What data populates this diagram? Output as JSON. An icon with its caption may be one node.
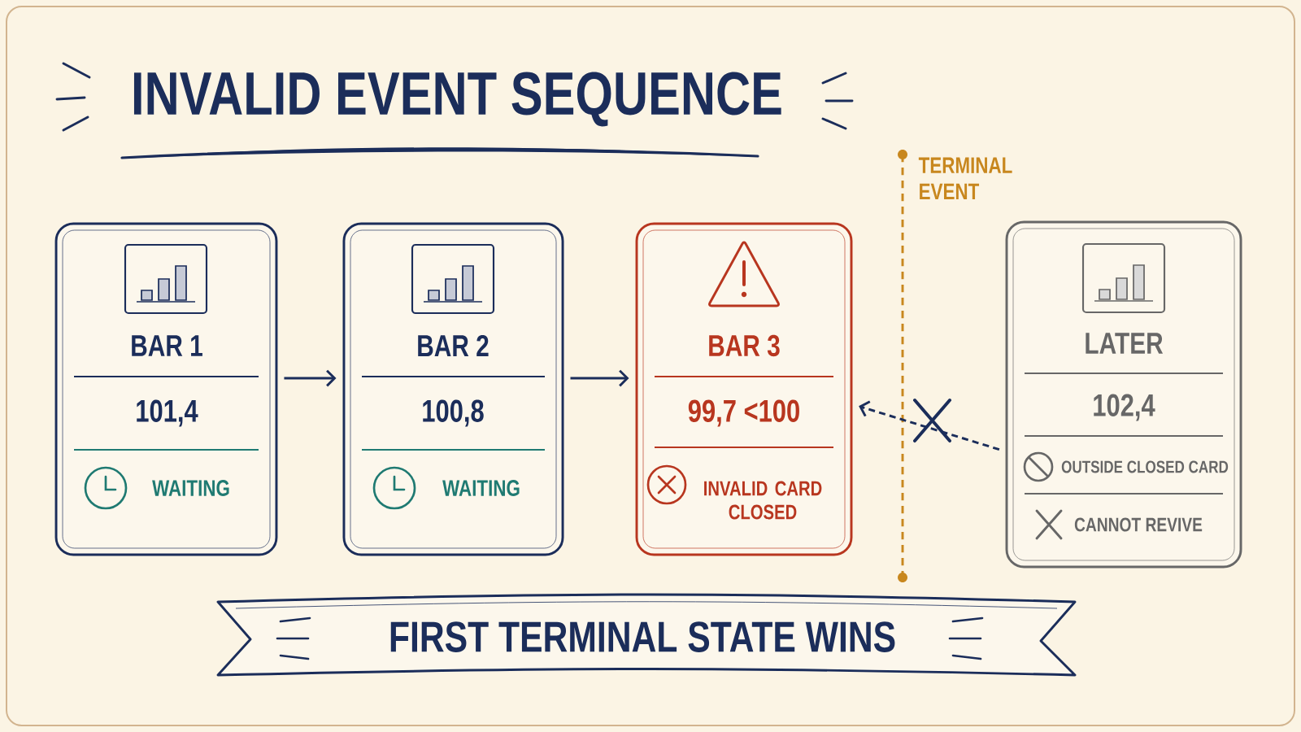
{
  "diagram": {
    "title": "INVALID EVENT SEQUENCE",
    "nodes": [
      {
        "text": [
          "BAR 1",
          "101,4",
          "WAITING"
        ]
      },
      {
        "text": [
          "BAR 2",
          "100,8",
          "WAITING"
        ]
      },
      {
        "text": [
          "BAR 3",
          "99,7 <100",
          "INVALID CARD CLOSED"
        ]
      },
      {
        "text": [
          "LATER",
          "102,4",
          "OUTSIDE CLOSED CARD",
          "CANNOT REVIVE"
        ]
      },
      {
        "text": [
          "FIRST TERMINAL STATE WINS"
        ]
      }
    ],
    "edges": [
      {
        "from": 0,
        "to": 1,
        "arrow": "to"
      },
      {
        "from": 1,
        "to": 2,
        "arrow": "to"
      },
      {
        "from": 3,
        "to": 2,
        "arrow": "to",
        "style": "dashed"
      }
    ],
    "labels": [
      "TERMINAL EVENT"
    ]
  }
}
